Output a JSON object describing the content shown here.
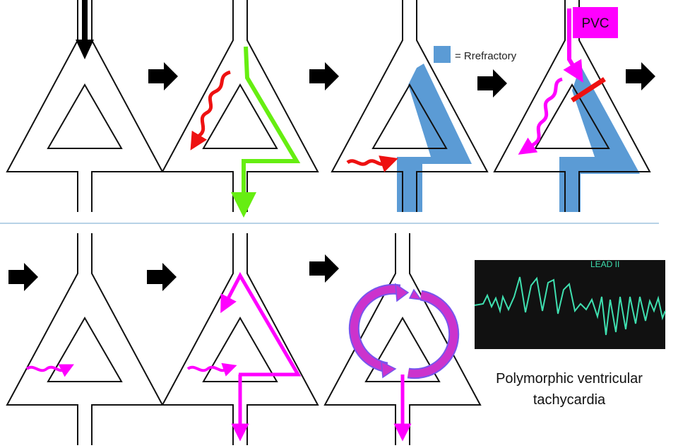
{
  "legend": {
    "refractory_label": "= Rrefractory",
    "refractory_color": "#5b9bd5"
  },
  "badge": {
    "label": "PVC",
    "color": "#ff00ff"
  },
  "ecg": {
    "caption_line1": "Polymorphic ventricular",
    "caption_line2": "tachycardia",
    "monitor_text": "LEAD II",
    "trace_color": "#3fe0b0"
  },
  "colors": {
    "normal_conduction": "#66ee11",
    "blocked_conduction": "#ee1111",
    "pvc_conduction": "#ff00ff",
    "reentry_arrow": "#cc33cc",
    "reentry_arrow_edge": "#7755ee",
    "refractory": "#5b9bd5",
    "outline": "#111111",
    "progress_arrow": "#000000",
    "divider": "#9fc3dd"
  },
  "panels": [
    {
      "id": 1,
      "state": "impulse enters"
    },
    {
      "id": 2,
      "state": "normal conduction, retrograde branch blocked"
    },
    {
      "id": 3,
      "state": "refractory tissue"
    },
    {
      "id": 4,
      "state": "PVC blocked in refractory branch"
    },
    {
      "id": 5,
      "state": "slow retrograde conduction"
    },
    {
      "id": 6,
      "state": "loop completes"
    },
    {
      "id": 7,
      "state": "sustained re-entry circuit"
    }
  ]
}
